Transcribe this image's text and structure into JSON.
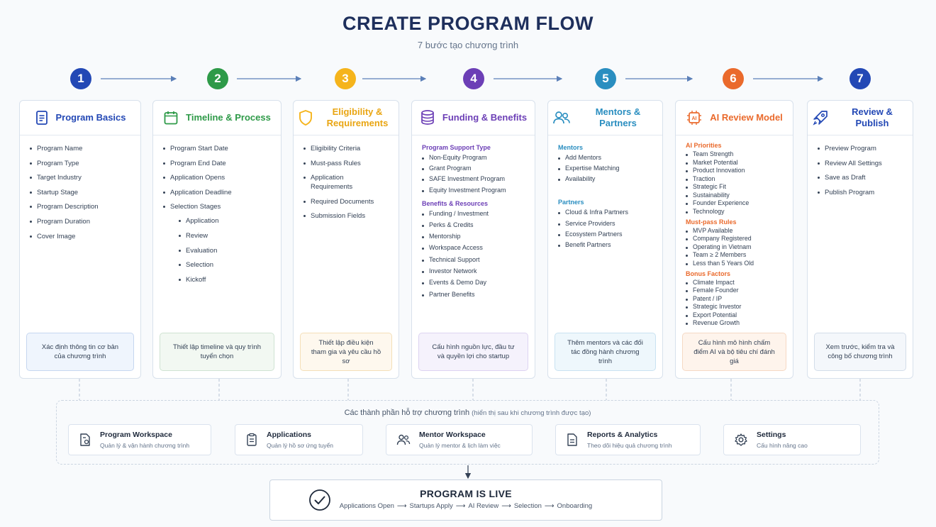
{
  "header": {
    "title": "CREATE PROGRAM FLOW",
    "subtitle": "7 bước tạo chương trình"
  },
  "steps": [
    {
      "number": "1",
      "color": "#2348b5",
      "title": "Program Basics",
      "items": [
        "Program Name",
        "Program Type",
        "Target Industry",
        "Startup Stage",
        "Program Description",
        "Program Duration",
        "Cover Image"
      ],
      "summary": "Xác định thông tin cơ bản của chương trình",
      "summary_bg": "#eff5fd",
      "summary_border": "#c6d7f0"
    },
    {
      "number": "2",
      "color": "#2e9a48",
      "title": "Timeline & Process",
      "items": [
        "Program Start Date",
        "Program End Date",
        "Application Opens",
        "Application Deadline",
        "Selection Stages"
      ],
      "sub_items": [
        "Application",
        "Review",
        "Evaluation",
        "Selection",
        "Kickoff"
      ],
      "summary": "Thiết lập timeline và quy trình tuyển chọn",
      "summary_bg": "#f2f8f2",
      "summary_border": "#cfe3d2"
    },
    {
      "number": "3",
      "color": "#f5b41c",
      "title": "Eligibility & Requirements",
      "items": [
        "Eligibility Criteria",
        "Must-pass Rules",
        "Application Requirements",
        "Required Documents",
        "Submission Fields"
      ],
      "summary": "Thiết lập điều kiện tham gia và yêu cầu hồ sơ",
      "summary_bg": "#fef8ee",
      "summary_border": "#f4dfb8"
    },
    {
      "number": "4",
      "color": "#6c3fb6",
      "title": "Funding & Benefits",
      "sections": [
        {
          "heading": "Program Support Type",
          "items": [
            "Non-Equity Program",
            "Grant Program",
            "SAFE Investment Program",
            "Equity Investment Program"
          ]
        },
        {
          "heading": "Benefits & Resources",
          "items": [
            "Funding / Investment",
            "Perks & Credits",
            "Mentorship",
            "Workspace Access",
            "Technical Support",
            "Investor Network",
            "Events & Demo Day",
            "Partner Benefits"
          ]
        }
      ],
      "summary": "Cấu hình nguồn lực, đầu tư và quyền lợi cho startup",
      "summary_bg": "#f5f2fc",
      "summary_border": "#ddd3f1"
    },
    {
      "number": "5",
      "color": "#2a8ec0",
      "title": "Mentors & Partners",
      "sections": [
        {
          "heading": "Mentors",
          "items": [
            "Add Mentors",
            "Expertise Matching",
            "Availability"
          ]
        },
        {
          "heading": "Partners",
          "items": [
            "Cloud & Infra Partners",
            "Service Providers",
            "Ecosystem Partners",
            "Benefit Partners"
          ]
        }
      ],
      "summary": "Thêm mentors và các đối tác đồng hành chương trình",
      "summary_bg": "#eef7fc",
      "summary_border": "#c9e2f1"
    },
    {
      "number": "6",
      "color": "#ea6a2c",
      "title": "AI Review Model",
      "sections": [
        {
          "heading": "AI Priorities",
          "items": [
            "Team Strength",
            "Market Potential",
            "Product Innovation",
            "Traction",
            "Strategic Fit",
            "Sustainability",
            "Founder Experience",
            "Technology"
          ]
        },
        {
          "heading": "Must-pass Rules",
          "items": [
            "MVP Available",
            "Company Registered",
            "Operating in Vietnam",
            "Team ≥ 2 Members",
            "Less than 5 Years Old"
          ]
        },
        {
          "heading": "Bonus Factors",
          "items": [
            "Climate Impact",
            "Female Founder",
            "Patent / IP",
            "Strategic Investor",
            "Export Potential",
            "Revenue Growth"
          ]
        }
      ],
      "summary": "Cấu hình mô hình chấm điểm AI và bộ tiêu chí đánh giá",
      "summary_bg": "#fef4ec",
      "summary_border": "#f5d9c4"
    },
    {
      "number": "7",
      "color": "#2348b5",
      "title": "Review & Publish",
      "items": [
        "Preview Program",
        "Review All Settings",
        "Save as Draft",
        "Publish Program"
      ],
      "summary": "Xem trước, kiểm tra và công bố chương trình",
      "summary_bg": "#f4f7fb",
      "summary_border": "#d3dde9"
    }
  ],
  "support": {
    "title": "Các thành phần hỗ trợ chương trình",
    "hint": "(hiển thị sau khi chương trình được tạo)",
    "components": [
      {
        "name": "Program Workspace",
        "desc": "Quản lý & vận hành chương trình",
        "icon": "document-gear-icon"
      },
      {
        "name": "Applications",
        "desc": "Quản lý hồ sơ ứng tuyển",
        "icon": "clipboard-icon"
      },
      {
        "name": "Mentor Workspace",
        "desc": "Quản lý mentor & lịch làm việc",
        "icon": "users-icon"
      },
      {
        "name": "Reports & Analytics",
        "desc": "Theo dõi hiệu quả chương trình",
        "icon": "report-icon"
      },
      {
        "name": "Settings",
        "desc": "Cấu hình nâng cao",
        "icon": "gear-icon"
      }
    ]
  },
  "live": {
    "title": "PROGRAM IS LIVE",
    "flow": [
      "Applications Open",
      "Startups Apply",
      "AI Review",
      "Selection",
      "Onboarding"
    ],
    "icon": "check-circle-icon"
  }
}
